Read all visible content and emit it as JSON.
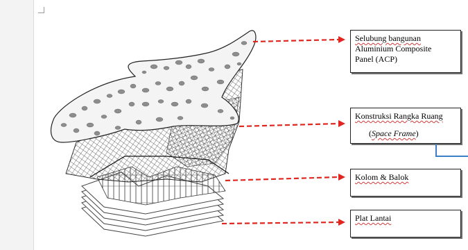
{
  "labels": {
    "envelope": {
      "line1": "Selubung bangunan",
      "line2": "Aluminium Composite",
      "line3": "Panel (ACP)"
    },
    "space_frame": {
      "line1": "Konstruksi Rangka Ruang",
      "open_paren": "(",
      "italic": "Space Frame",
      "close_paren": ")"
    },
    "column": "Kolom & Balok",
    "floor": "Plat Lantai"
  },
  "colors": {
    "arrow": "#e0261f",
    "underline": "#d23a3a",
    "accent_line": "#3b7fc4"
  }
}
